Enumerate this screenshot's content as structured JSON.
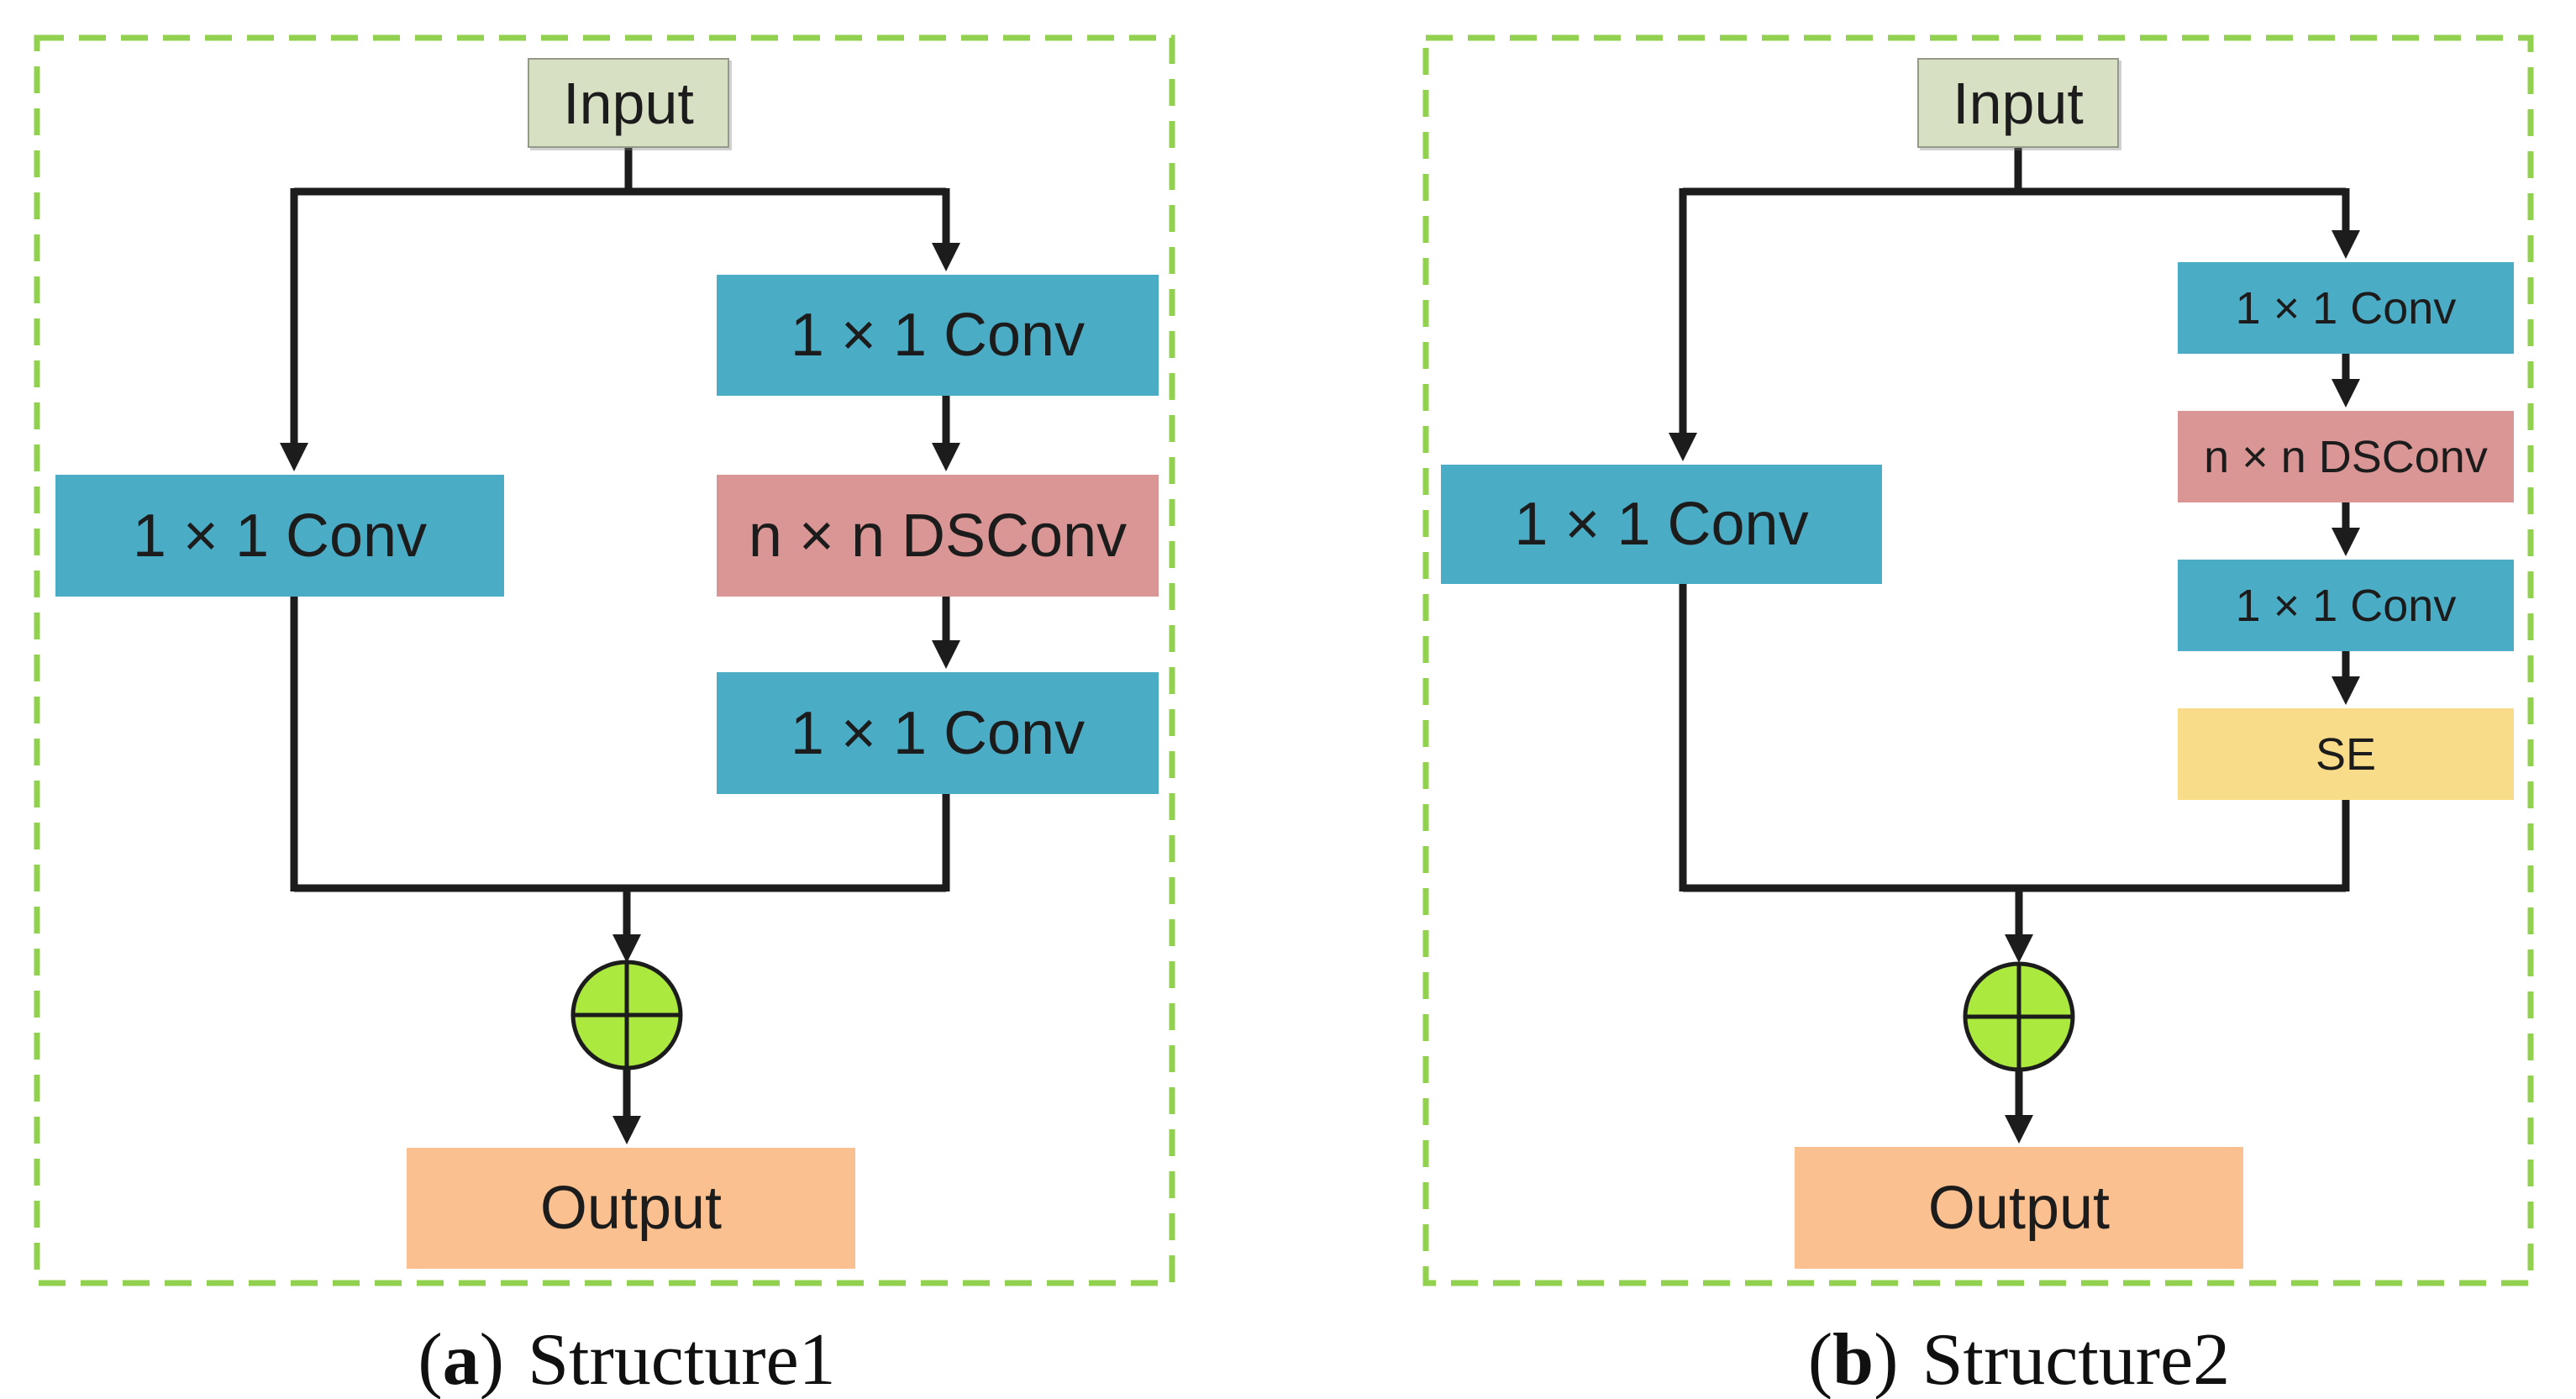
{
  "panels": [
    {
      "id": "a",
      "nodes": {
        "input": "Input",
        "branch_conv": "1 × 1 Conv",
        "conv1": "1 × 1 Conv",
        "dsconv": "n × n DSConv",
        "conv2": "1 × 1 Conv",
        "output": "Output"
      },
      "caption": {
        "open": "(",
        "letter": "a",
        "close": ")",
        "title": "Structure1"
      }
    },
    {
      "id": "b",
      "nodes": {
        "input": "Input",
        "branch_conv": "1 × 1 Conv",
        "conv1": "1 × 1 Conv",
        "dsconv": "n × n DSConv",
        "conv2": "1 × 1 Conv",
        "se": "SE",
        "output": "Output"
      },
      "caption": {
        "open": "(",
        "letter": "b",
        "close": ")",
        "title": "Structure2"
      }
    }
  ],
  "icons": {
    "add_operator": "⊕"
  },
  "colors": {
    "conv_blue": "#4BACC6",
    "dsconv_pink": "#D99694",
    "input_green": "#D8E0C3",
    "output_peach": "#FAC090",
    "se_yellow": "#F9DC89",
    "add_green": "#ACE93E",
    "panel_border_green": "#92D050",
    "line_black": "#1C1C1C"
  }
}
